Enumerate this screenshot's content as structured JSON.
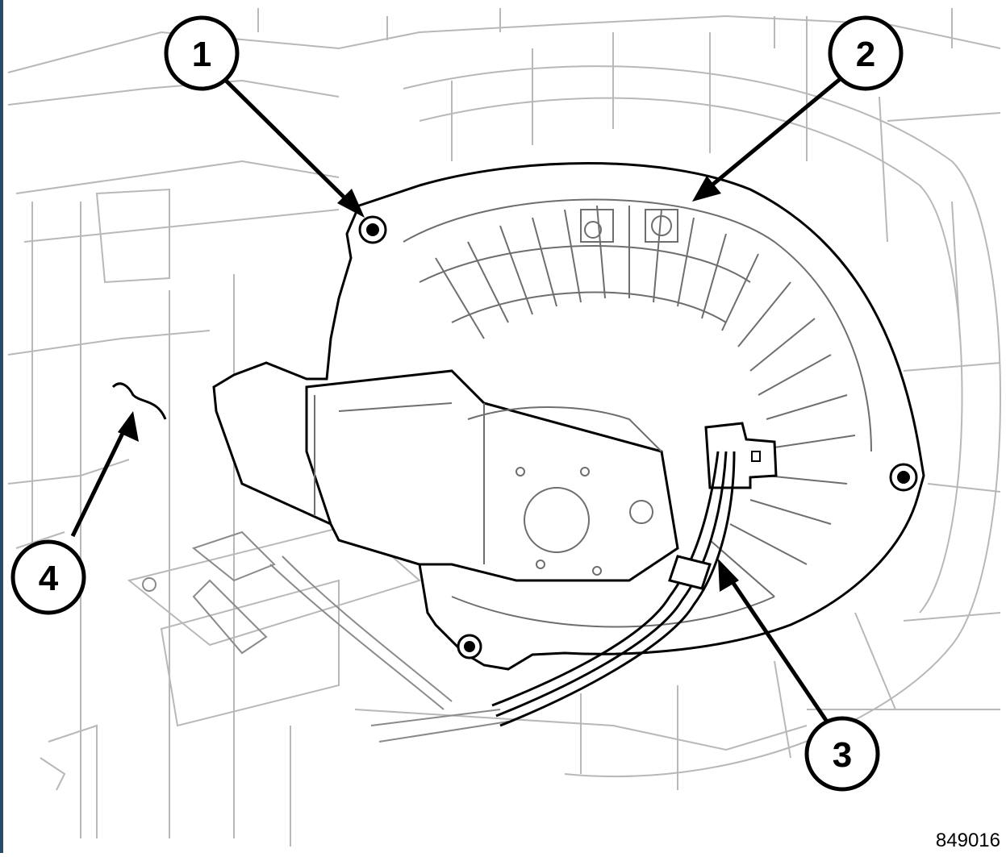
{
  "callouts": [
    {
      "id": "1",
      "label": "1"
    },
    {
      "id": "2",
      "label": "2"
    },
    {
      "id": "3",
      "label": "3"
    },
    {
      "id": "4",
      "label": "4"
    }
  ],
  "figure_id": "849016",
  "colors": {
    "line": "#000000",
    "background_line": "#b8b8b8",
    "frame": "#2a4a6a"
  }
}
